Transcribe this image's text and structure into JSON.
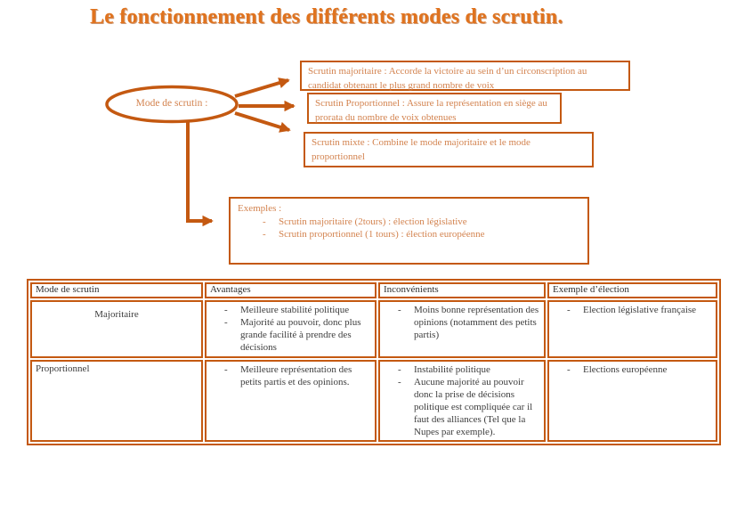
{
  "page": {
    "title": "Le fonctionnement des différents modes de scrutin."
  },
  "flowchart": {
    "root_label": "Mode de scrutin :",
    "boxes": {
      "majoritaire": "Scrutin majoritaire : Accorde la victoire au sein d’un circonscription au candidat obtenant le plus grand nombre de voix",
      "proportionnel": "Scrutin Proportionnel : Assure la représentation en siège au prorata du nombre de voix obtenues",
      "mixte": "Scrutin mixte : Combine le mode majoritaire et le mode proportionnel"
    },
    "examples": {
      "title": "Exemples :",
      "items": [
        "Scrutin majoritaire (2tours) : élection législative",
        "Scrutin proportionnel (1 tours) : élection européenne"
      ]
    }
  },
  "table": {
    "headers": [
      "Mode de scrutin",
      "Avantages",
      "Inconvénients",
      "Exemple d’élection"
    ],
    "rows": [
      {
        "mode": "Majoritaire",
        "avantages": [
          "Meilleure stabilité politique",
          "Majorité au pouvoir, donc plus grande facilité à prendre des décisions"
        ],
        "inconvenients": [
          "Moins bonne représentation des opinions (notamment des petits partis)"
        ],
        "exemples": [
          "Election législative française"
        ]
      },
      {
        "mode": "Proportionnel",
        "avantages": [
          "Meilleure représentation des petits partis et des opinions."
        ],
        "inconvenients": [
          "Instabilité politique",
          "Aucune majorité au pouvoir donc la prise de décisions politique est compliquée car il faut des alliances (Tel que la Nupes par exemple)."
        ],
        "exemples": [
          "Elections européenne"
        ]
      }
    ]
  },
  "colors": {
    "accent": "#c45911",
    "box_text": "#d3834f",
    "title": "#e0731e",
    "table_text": "#3d3d3d"
  }
}
